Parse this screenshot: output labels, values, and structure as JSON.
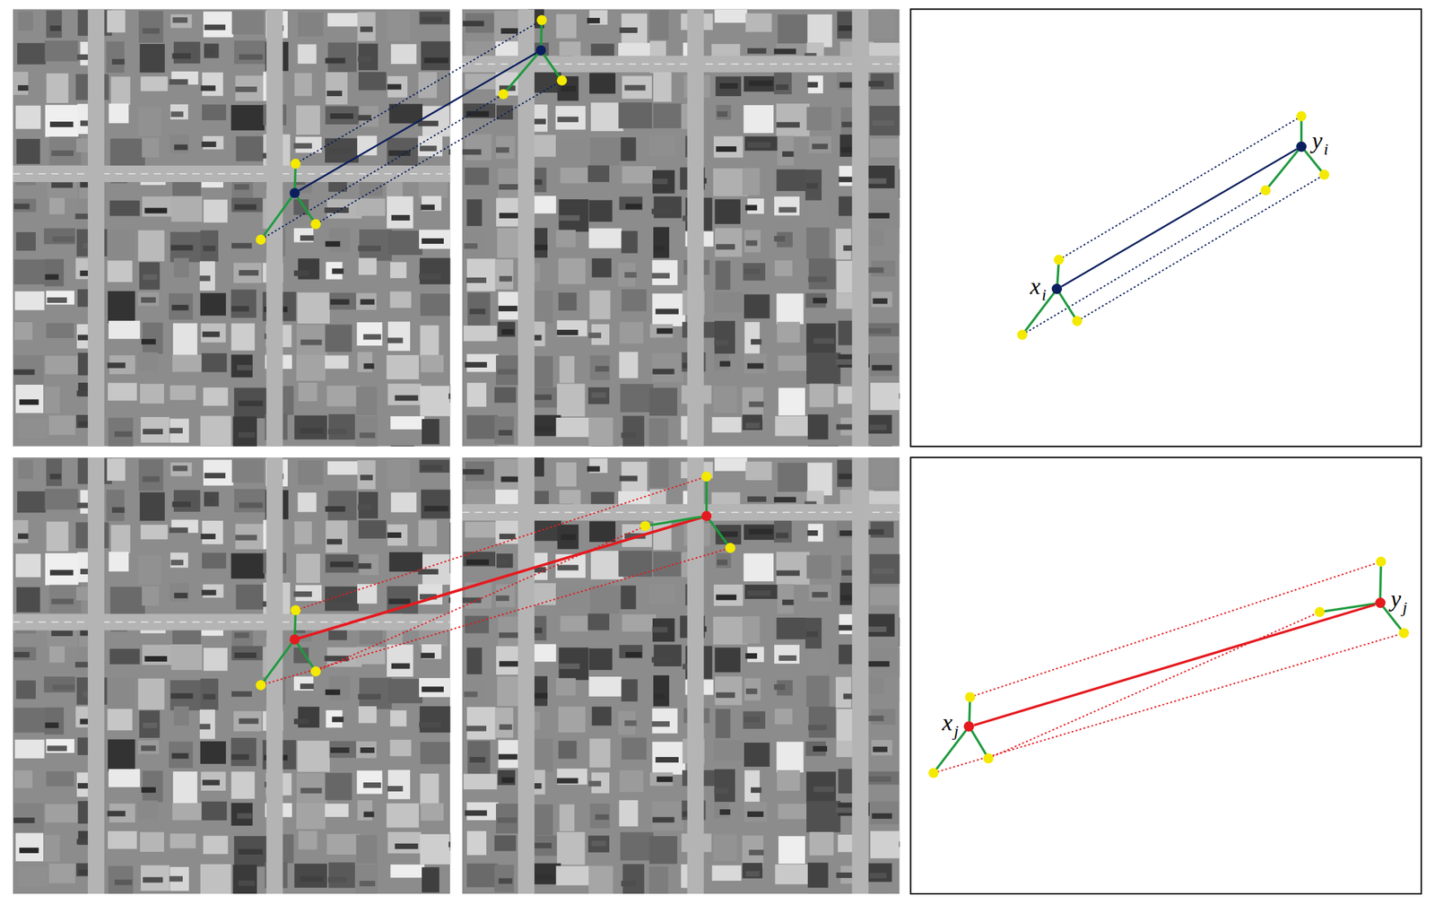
{
  "diagram": {
    "nodes": [
      {
        "text": [
          "xi"
        ]
      },
      {
        "text": [
          "yi"
        ]
      },
      {
        "text": [
          "xj"
        ]
      },
      {
        "text": [
          "yj"
        ]
      }
    ],
    "edges": [
      {
        "from": 0,
        "to": 1,
        "arrow": "none"
      },
      {
        "from": 2,
        "to": 3,
        "arrow": "none"
      }
    ]
  }
}
